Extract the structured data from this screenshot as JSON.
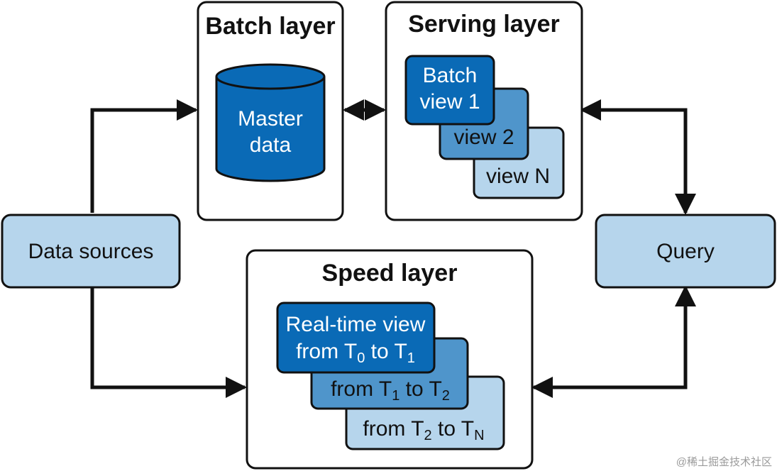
{
  "colors": {
    "dark_blue": "#0a6ab6",
    "mid_blue": "#4f95cb",
    "light_blue": "#b6d5ec",
    "stroke": "#111111",
    "container_fill": "#ffffff"
  },
  "batch_layer": {
    "title": "Batch layer",
    "master_data": [
      "Master",
      "data"
    ]
  },
  "serving_layer": {
    "title": "Serving layer",
    "views": [
      {
        "line1": "Batch",
        "line2": "view 1"
      },
      {
        "line1": "view 2"
      },
      {
        "line1": "view N"
      }
    ]
  },
  "speed_layer": {
    "title": "Speed layer",
    "views": [
      {
        "line1": "Real-time view",
        "line2_prefix": "from T",
        "sub_a": "0",
        "mid": " to T",
        "sub_b": "1"
      },
      {
        "line1_prefix": "from T",
        "sub_a": "1",
        "mid": " to T",
        "sub_b": "2"
      },
      {
        "line1_prefix": "from T",
        "sub_a": "2",
        "mid": " to T",
        "sub_b": "N"
      }
    ]
  },
  "data_sources": {
    "label": "Data sources"
  },
  "query": {
    "label": "Query"
  },
  "watermark": "@稀土掘金技术社区"
}
